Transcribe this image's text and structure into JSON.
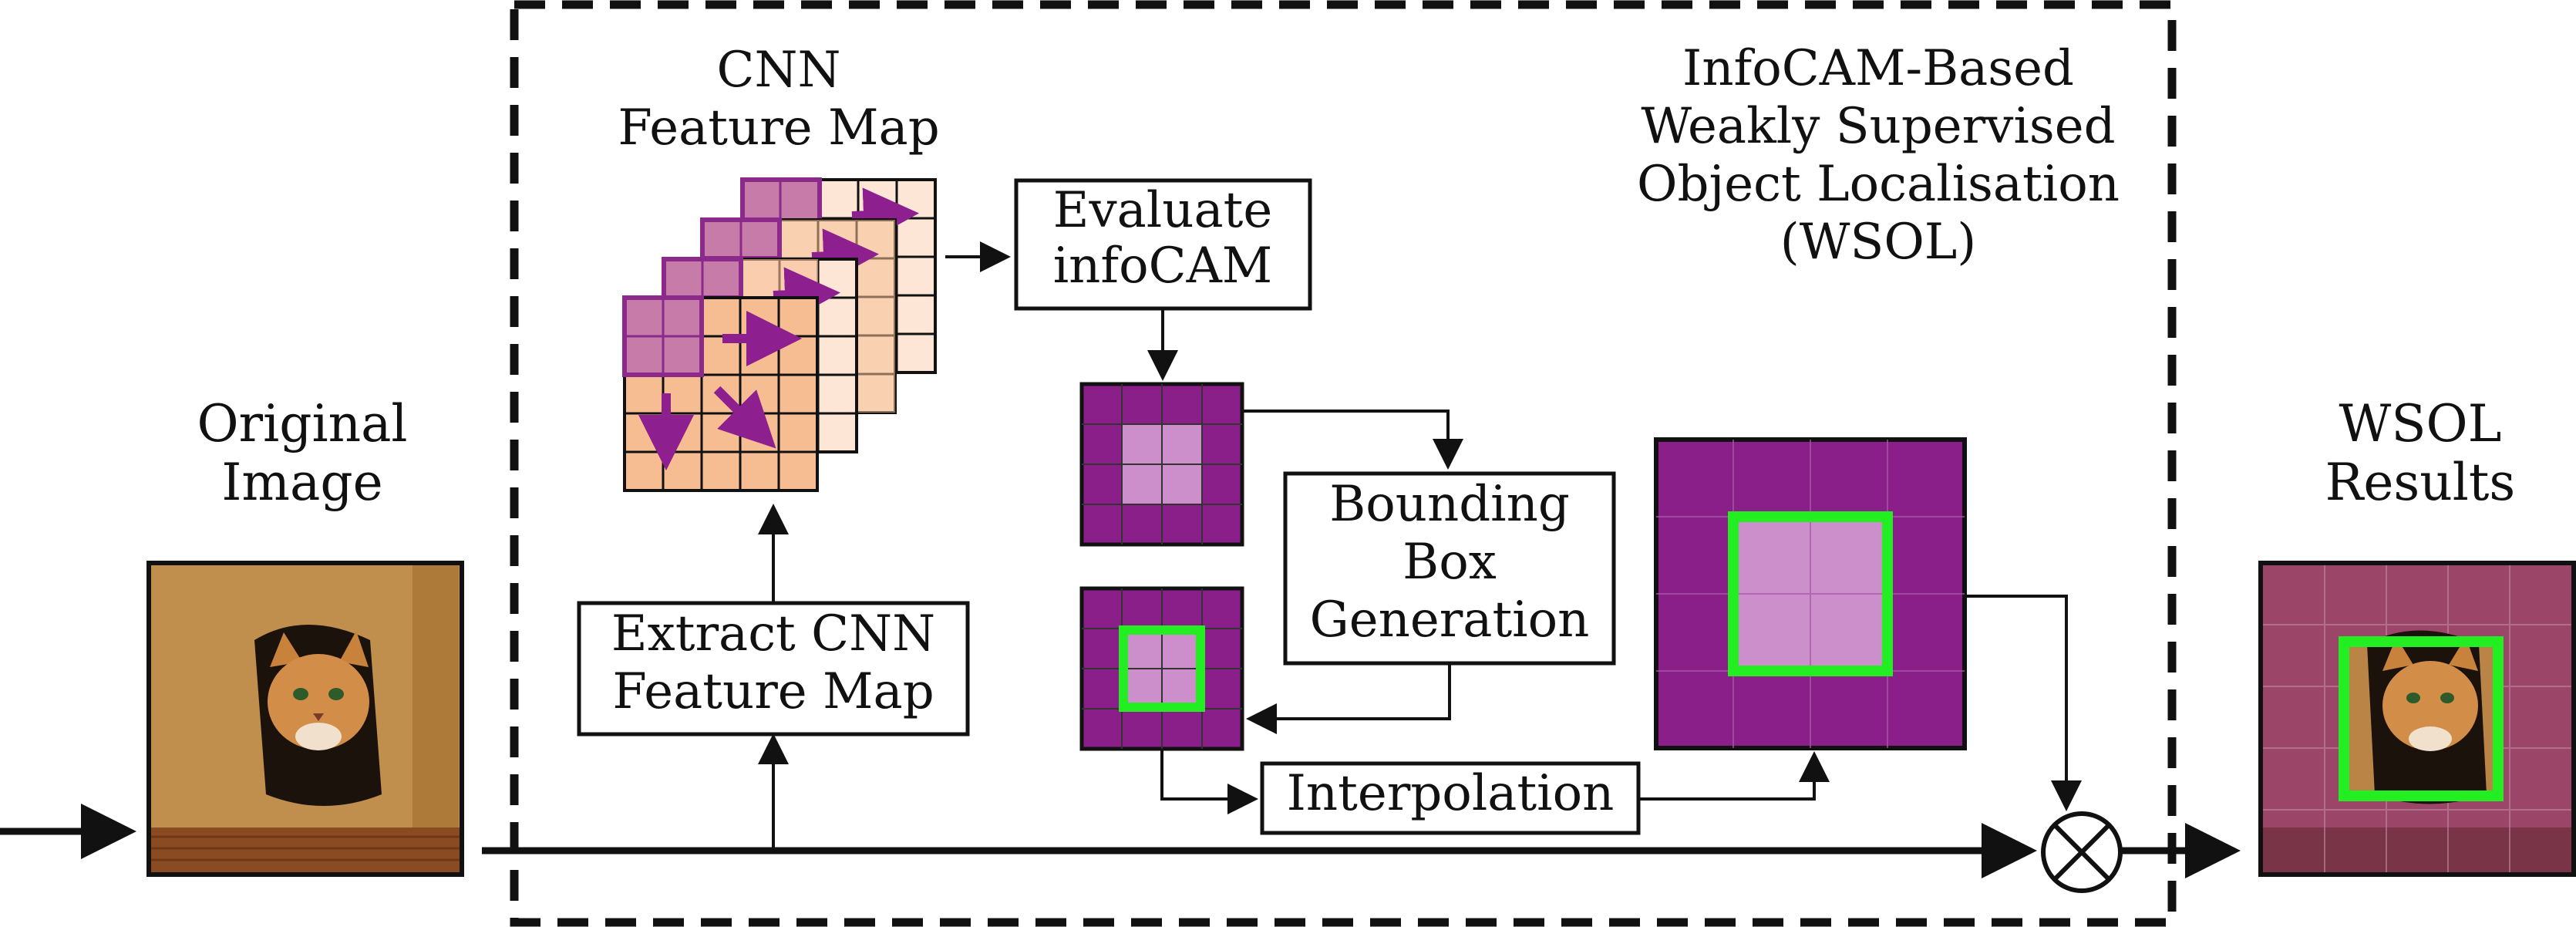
{
  "labels": {
    "original_image": [
      "Original",
      "Image"
    ],
    "wsol_results": [
      "WSOL",
      "Results"
    ],
    "cnn_feature_map": [
      "CNN",
      "Feature Map"
    ],
    "infocam_title": [
      "InfoCAM-Based",
      "Weakly Supervised",
      "Object Localisation",
      "(WSOL)"
    ],
    "evaluate_box": [
      "Evaluate",
      "infoCAM"
    ],
    "extract_box": [
      "Extract CNN",
      "Feature Map"
    ],
    "bbox_box": [
      "Bounding",
      "Box",
      "Generation"
    ],
    "interp_box": [
      "Interpolation"
    ]
  },
  "colors": {
    "feature_map_fill": "#f6bd92",
    "feature_map_faded": "#fde6d6",
    "window_fill": "#c77ba8",
    "window_stroke": "#8b2a8b",
    "arrow_purple": "#8e1f8e",
    "cam_dark": "#8a1f8a",
    "cam_light": "#cc8fcc",
    "box_green": "#22ee22",
    "photo_tint": "#9b4668"
  },
  "icons": {
    "multiply": "circled-times-icon",
    "photo": "cat-photo-icon"
  }
}
